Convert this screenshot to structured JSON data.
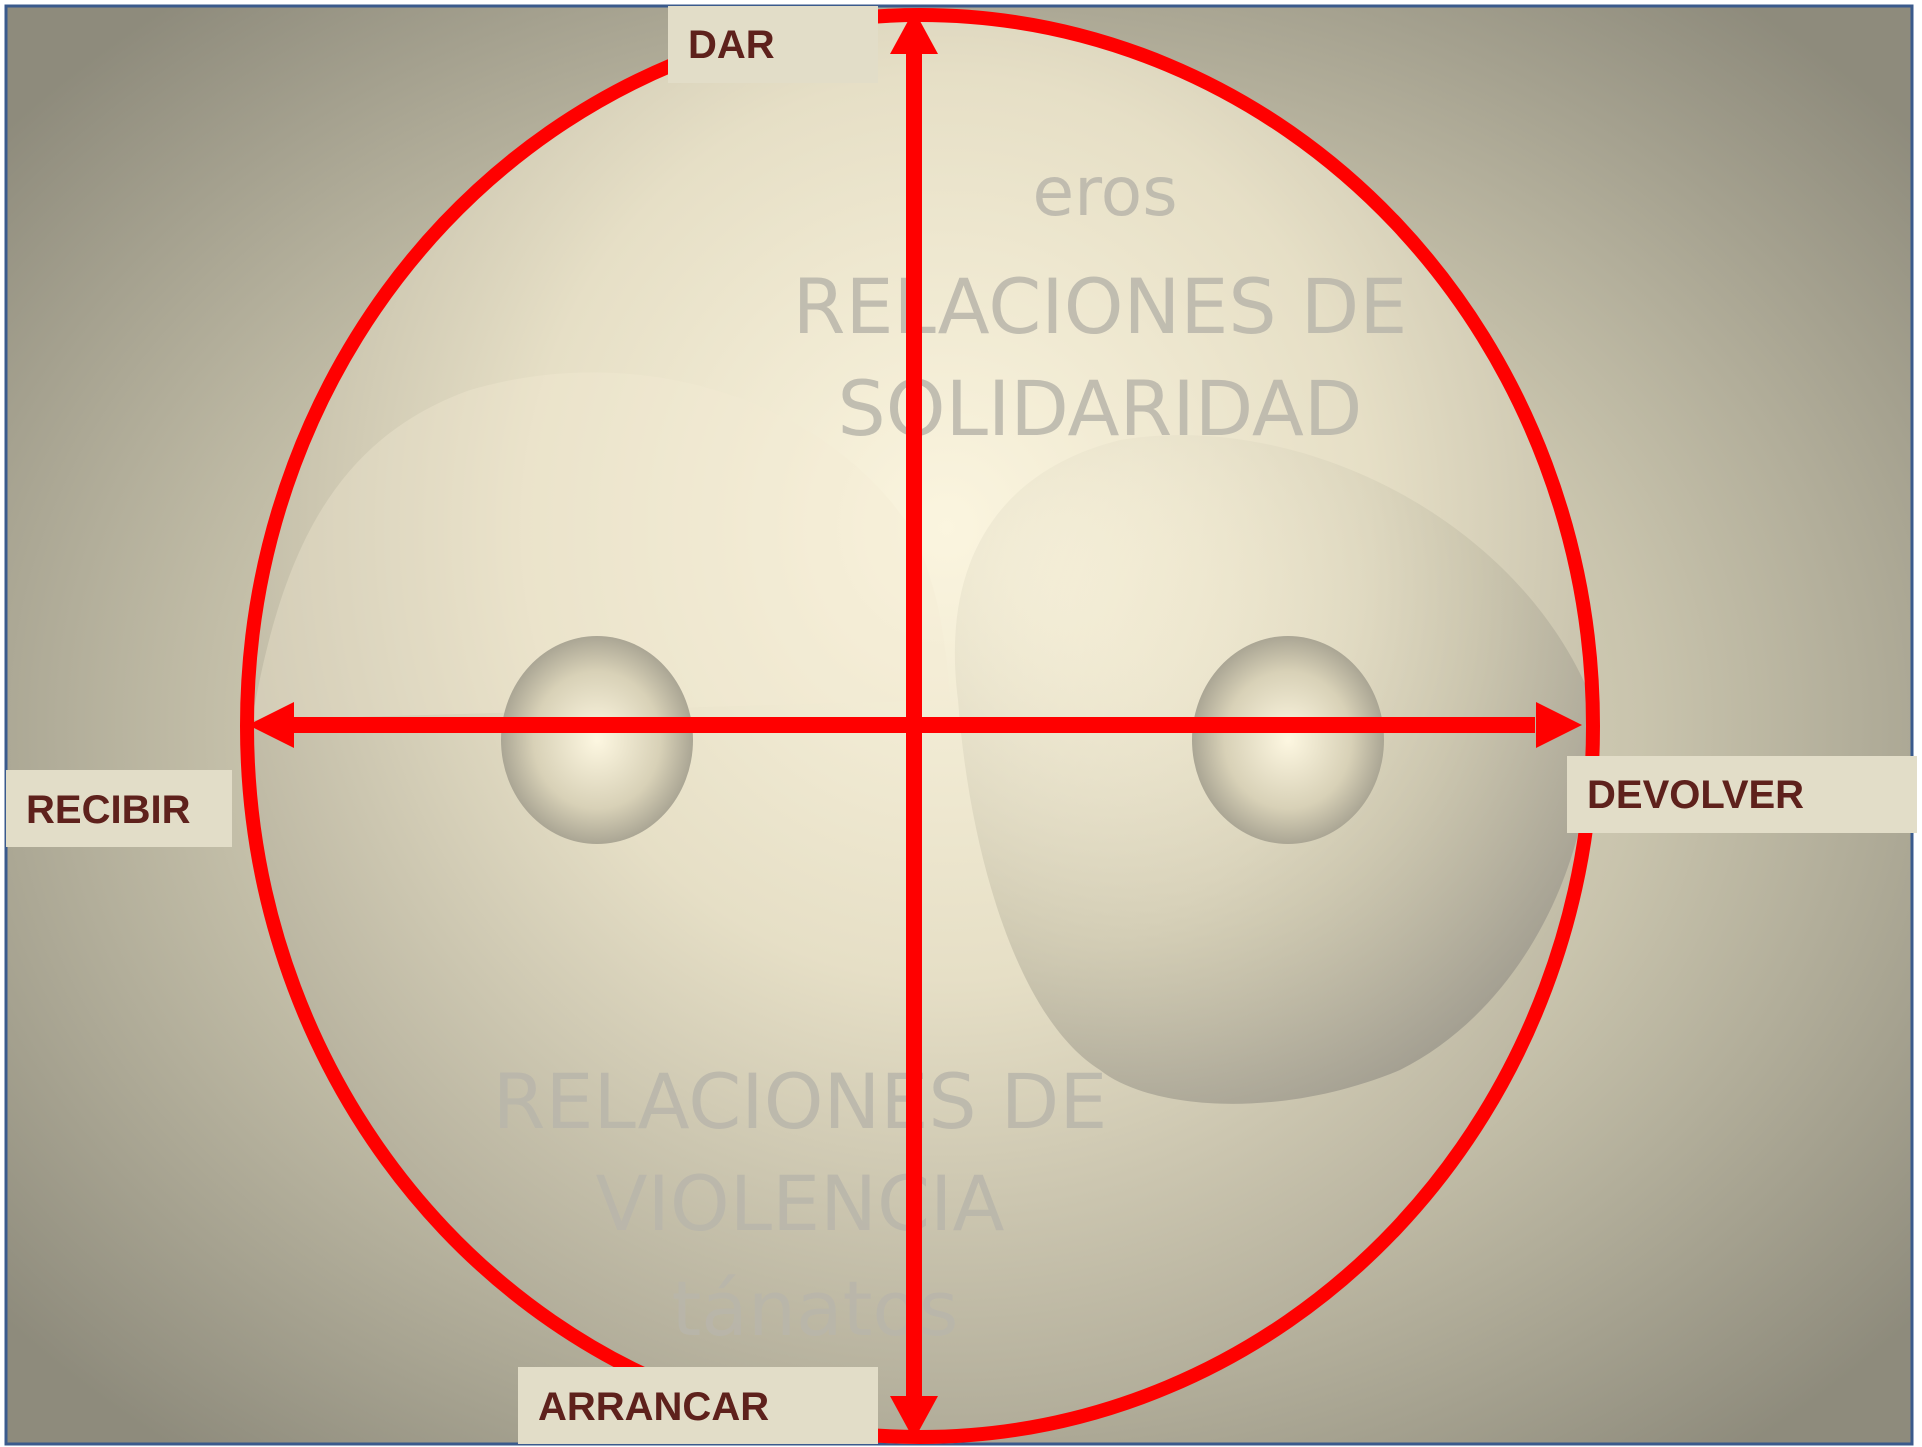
{
  "labels": {
    "top": "DAR",
    "left": "RECIBIR",
    "right": "DEVOLVER",
    "bottom": "ARRANCAR"
  },
  "upper_region": {
    "line1": "eros",
    "line2": "RELACIONES DE",
    "line3": "SOLIDARIDAD"
  },
  "lower_region": {
    "line1": "RELACIONES DE",
    "line2": "VIOLENCIA",
    "line3": "tánatos"
  },
  "colors": {
    "axis": "#ff0000",
    "label_text": "#5e211c",
    "label_box": "#e2ddc8",
    "background_light": "#f8f2dc",
    "background_dark": "#8e8b7c",
    "frame": "#3a5a8c"
  }
}
